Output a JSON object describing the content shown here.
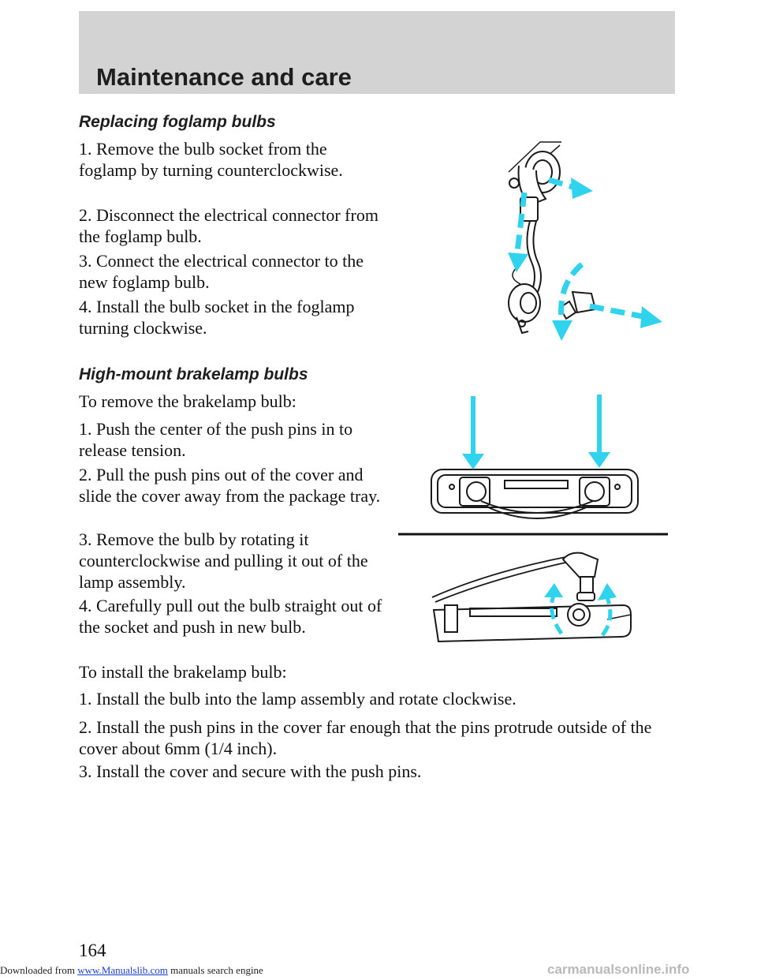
{
  "header": {
    "title": "Maintenance and care"
  },
  "foglamp": {
    "heading": "Replacing foglamp bulbs",
    "steps": [
      "1. Remove the bulb socket from the foglamp by turning counterclockwise.",
      "2. Disconnect the electrical connector from the foglamp bulb.",
      "3. Connect the electrical connector to the new foglamp bulb.",
      "4. Install the bulb socket in the foglamp turning clockwise."
    ]
  },
  "brakelamp": {
    "heading": "High-mount brakelamp bulbs",
    "remove_intro": "To remove the brakelamp bulb:",
    "remove_steps": [
      "1. Push the center of the push pins in to release tension.",
      "2. Pull the push pins out of the cover and slide the cover away from the package tray.",
      "3. Remove the bulb by rotating it counterclockwise and pulling it out of the lamp assembly.",
      "4. Carefully pull out the bulb straight out of the socket and push in new bulb."
    ],
    "install_intro": "To install the brakelamp bulb:",
    "install_steps": [
      "1. Install the bulb into the lamp assembly and rotate clockwise.",
      "2. Install the push pins in the cover far enough that the pins protrude outside of the cover about 6mm (1/4 inch).",
      "3. Install the cover and secure with the push pins."
    ]
  },
  "page_number": "164",
  "footer": {
    "prefix": "Downloaded from ",
    "link": "www.Manualslib.com",
    "suffix": " manuals search engine"
  },
  "watermark": "carmanualsonline.info",
  "colors": {
    "arrow": "#2fd3ee",
    "header_band": "#d3d3d3"
  }
}
